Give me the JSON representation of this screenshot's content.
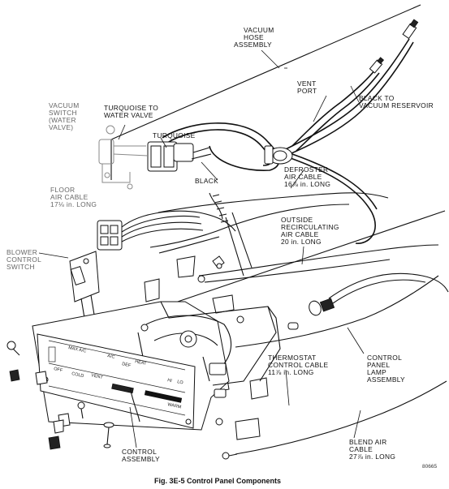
{
  "labels": {
    "vacuum_hose_1": "VACUUM",
    "vacuum_hose_2": "HOSE",
    "vacuum_hose_3": "ASSEMBLY",
    "vent_port_1": "VENT",
    "vent_port_2": "PORT",
    "black_reservoir_1": "BLACK TO",
    "black_reservoir_2": "VACUUM RESERVOIR",
    "vacuum_switch_1": "VACUUM",
    "vacuum_switch_2": "SWITCH",
    "vacuum_switch_3": "(WATER",
    "vacuum_switch_4": "VALVE)",
    "turquoise_water_1": "TURQUOISE TO",
    "turquoise_water_2": "WATER VALVE",
    "turquoise": "TURQUOISE",
    "black": "BLACK",
    "defroster_1": "DEFROSTER",
    "defroster_2": "AIR CABLE",
    "defroster_3": "16⅞ in. LONG",
    "floor_1": "FLOOR",
    "floor_2": "AIR CABLE",
    "floor_3": "17⅛ in. LONG",
    "outside_1": "OUTSIDE",
    "outside_2": "RECIRCULATING",
    "outside_3": "AIR CABLE",
    "outside_4": "20 in. LONG",
    "blower_1": "BLOWER",
    "blower_2": "CONTROL",
    "blower_3": "SWITCH",
    "thermostat_1": "THERMOSTAT",
    "thermostat_2": "CONTROL CABLE",
    "thermostat_3": "11⅞ in. LONG",
    "panel_lamp_1": "CONTROL",
    "panel_lamp_2": "PANEL",
    "panel_lamp_3": "LAMP",
    "panel_lamp_4": "ASSEMBLY",
    "control_1": "CONTROL",
    "control_2": "ASSEMBLY",
    "blend_1": "BLEND AIR",
    "blend_2": "CABLE",
    "blend_3": "27⅞ in. LONG"
  },
  "panel_face": {
    "max_ac": "MAX A/C",
    "ac": "A/C",
    "heat": "HEAT",
    "off": "OFF",
    "vent": "VENT",
    "cold": "COLD",
    "warm": "WARM",
    "hi": "HI",
    "lo": "LO",
    "defrost": "DEF"
  },
  "caption": "Fig. 3E-5   Control Panel Components",
  "reference_code": "80665"
}
